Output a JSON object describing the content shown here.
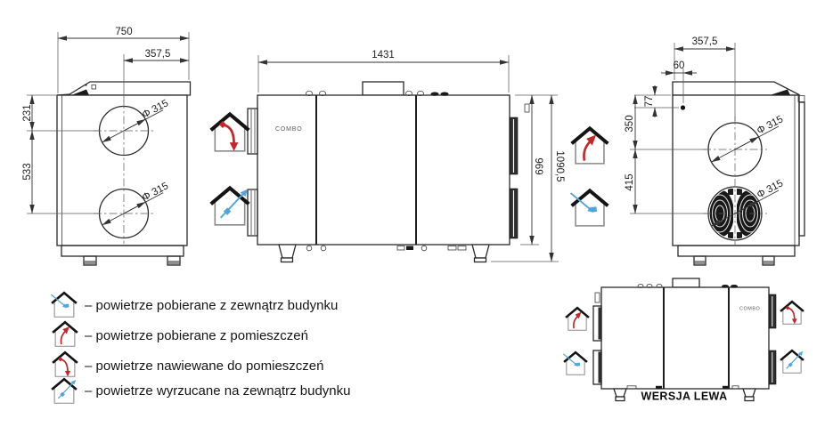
{
  "labels": {
    "brand": "COMBO",
    "version_caption": "WERSJA LEWA"
  },
  "dims": {
    "left": {
      "width": "750",
      "port_x": "357,5",
      "port_top": "231",
      "port_gap": "533",
      "dia_top": "Φ 315",
      "dia_bottom": "Φ 315"
    },
    "front": {
      "width": "1431",
      "height_body": "969",
      "height_total": "1090,5"
    },
    "right": {
      "port_x": "357,5",
      "gland_x": "60",
      "gland_y": "77",
      "port_top": "350",
      "port_gap": "415",
      "dia_top": "Φ 315",
      "dia_bottom": "Φ 315"
    }
  },
  "legend": {
    "items": [
      {
        "icon": "house-intake-outside-icon",
        "text": "– powietrze pobierane z zewnątrz budynku"
      },
      {
        "icon": "house-extract-rooms-icon",
        "text": "– powietrze pobierane z pomieszczeń"
      },
      {
        "icon": "house-supply-rooms-icon",
        "text": "– powietrze nawiewane do pomieszczeń"
      },
      {
        "icon": "house-exhaust-outside-icon",
        "text": "– powietrze wyrzucane na zewnątrz budynku"
      }
    ]
  },
  "colors": {
    "line": "#2a2a2a",
    "red": "#c5262a",
    "blue": "#52a5d8"
  }
}
